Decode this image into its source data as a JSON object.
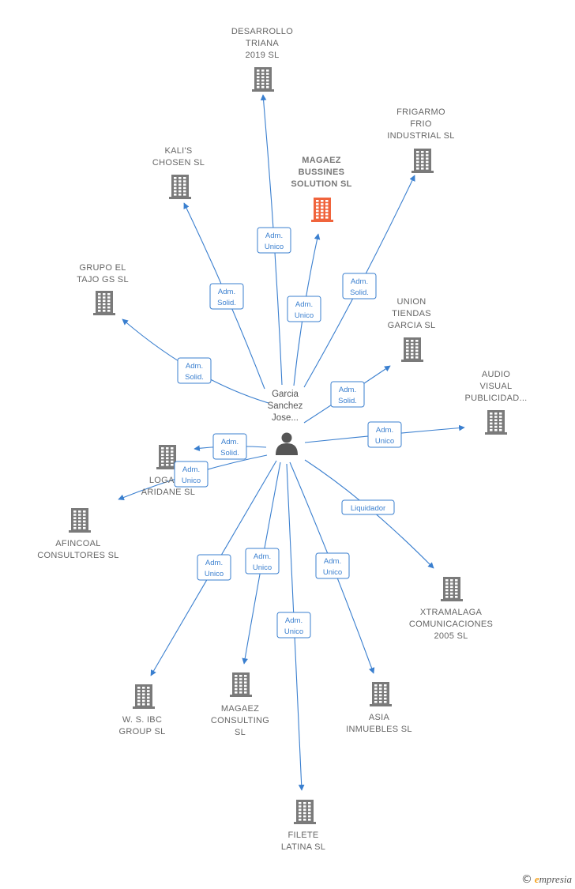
{
  "center": {
    "name_lines": [
      "Garcia",
      "Sanchez",
      "Jose..."
    ],
    "icon": "person-icon"
  },
  "companies": [
    {
      "id": "desarrollo-triana",
      "lines": [
        "DESARROLLO",
        "TRIANA",
        "2019  SL"
      ],
      "focus": false,
      "role": [
        "Adm.",
        "Unico"
      ]
    },
    {
      "id": "frigarmo",
      "lines": [
        "FRIGARMO",
        "FRIO",
        "INDUSTRIAL SL"
      ],
      "focus": false,
      "role": [
        "Adm.",
        "Solid."
      ]
    },
    {
      "id": "kalis-chosen",
      "lines": [
        "KALI'S",
        "CHOSEN  SL"
      ],
      "focus": false,
      "role": [
        "Adm.",
        "Solid."
      ]
    },
    {
      "id": "magaez-bussines",
      "lines": [
        "MAGAEZ",
        "BUSSINES",
        "SOLUTION  SL"
      ],
      "focus": true,
      "role": [
        "Adm.",
        "Unico"
      ]
    },
    {
      "id": "grupo-el-tajo",
      "lines": [
        "GRUPO EL",
        "TAJO GS  SL"
      ],
      "focus": false,
      "role": [
        "Adm.",
        "Solid."
      ]
    },
    {
      "id": "union-tiendas",
      "lines": [
        "UNION",
        "TIENDAS",
        "GARCIA  SL"
      ],
      "focus": false,
      "role": [
        "Adm.",
        "Solid."
      ]
    },
    {
      "id": "audio-visual",
      "lines": [
        "AUDIO",
        "VISUAL",
        "PUBLICIDAD..."
      ],
      "focus": false,
      "role": [
        "Adm.",
        "Unico"
      ]
    },
    {
      "id": "logacu",
      "lines": [
        "LOGACU",
        "ARIDANE  SL"
      ],
      "focus": false,
      "role": [
        "Adm.",
        "Solid."
      ]
    },
    {
      "id": "afincoal",
      "lines": [
        "AFINCOAL",
        "CONSULTORES SL"
      ],
      "focus": false,
      "role": [
        "Adm.",
        "Unico"
      ]
    },
    {
      "id": "xtramalaga",
      "lines": [
        "XTRAMALAGA",
        "COMUNICACIONES",
        "2005 SL"
      ],
      "focus": false,
      "role": [
        "Liquidador"
      ]
    },
    {
      "id": "ws-ibc",
      "lines": [
        "W.  S. IBC",
        "GROUP SL"
      ],
      "focus": false,
      "role": [
        "Adm.",
        "Unico"
      ]
    },
    {
      "id": "magaez-consulting",
      "lines": [
        "MAGAEZ",
        "CONSULTING",
        "SL"
      ],
      "focus": false,
      "role": [
        "Adm.",
        "Unico"
      ]
    },
    {
      "id": "asia-inmuebles",
      "lines": [
        "ASIA",
        "INMUEBLES  SL"
      ],
      "focus": false,
      "role": [
        "Adm.",
        "Unico"
      ]
    },
    {
      "id": "filete-latina",
      "lines": [
        "FILETE",
        "LATINA  SL"
      ],
      "focus": false,
      "role": [
        "Adm.",
        "Unico"
      ]
    }
  ],
  "colors": {
    "edge": "#3a7fcf",
    "building": "#7a7a7a",
    "building_focus": "#f0643c",
    "person": "#555555"
  },
  "footer": {
    "copyright_symbol": "©",
    "brand_first": "e",
    "brand_rest": "mpresia"
  }
}
